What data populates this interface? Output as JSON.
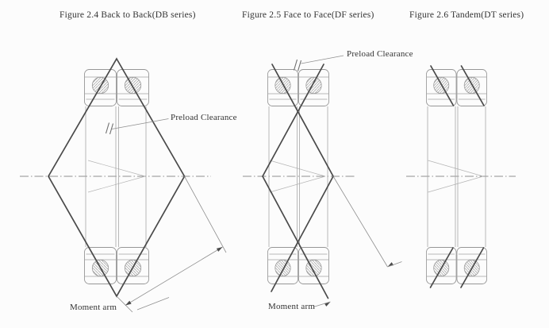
{
  "figures": {
    "db": {
      "title": "Figure 2.4 Back to Back(DB series)",
      "preload_label": "Preload Clearance",
      "moment_label": "Moment arm"
    },
    "df": {
      "title": "Figure 2.5 Face to Face(DF series)",
      "preload_label": "Preload Clearance",
      "moment_label": "Moment arm"
    },
    "dt": {
      "title": "Figure 2.6 Tandem(DT series)"
    }
  },
  "colors": {
    "background": "#fcfcfc",
    "drawing_thin_line": "#9b9b9b",
    "drawing_thick_line": "#4a4a4a",
    "text": "#333333"
  }
}
